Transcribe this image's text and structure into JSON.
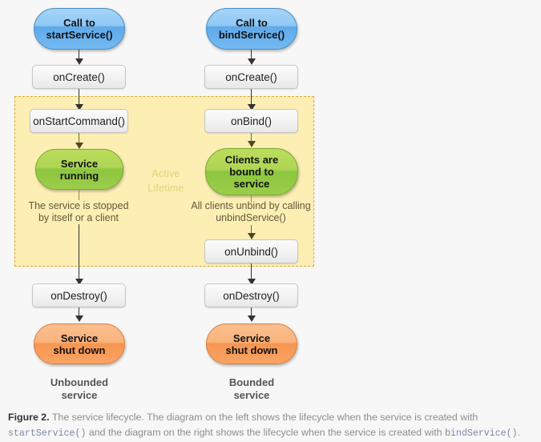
{
  "figure": {
    "active_lifetime_label": "Active\nLifetime",
    "columns": [
      {
        "id": "unbounded",
        "start_node": "Call to\nstartService()",
        "on_create": "onCreate()",
        "active_entry": "onStartCommand()",
        "state_node": "Service\nrunning",
        "transition_label": "The service is stopped\nby itself or a client",
        "on_destroy": "onDestroy()",
        "end_node": "Service\nshut down",
        "footer": "Unbounded\nservice"
      },
      {
        "id": "bounded",
        "start_node": "Call to\nbindService()",
        "on_create": "onCreate()",
        "active_entry": "onBind()",
        "state_node": "Clients are\nbound to\nservice",
        "transition_label": "All clients unbind by calling\nunbindService()",
        "on_unbind": "onUnbind()",
        "on_destroy": "onDestroy()",
        "end_node": "Service\nshut down",
        "footer": "Bounded\nservice"
      }
    ]
  },
  "caption": {
    "figure_number": "Figure 2.",
    "text_part_1": " The service lifecycle. The diagram on the left shows the lifecycle when the service is created with ",
    "code_1": "startService()",
    "text_part_2": " and the diagram on the right shows the lifecycle when the service is created with ",
    "code_2": "bindService()",
    "text_part_3": "."
  },
  "colors": {
    "background": "#f7f7f7",
    "active_region_fill": "#fdeeb4",
    "active_region_border": "#d6a93a",
    "pill_blue": "#74baf2",
    "pill_green": "#9ccd4a",
    "pill_orange": "#f9a463",
    "box_gray": "#f2f2f2",
    "connector": "#333333",
    "caption_text": "#8d8d8d",
    "caption_code": "#7b86a8"
  }
}
